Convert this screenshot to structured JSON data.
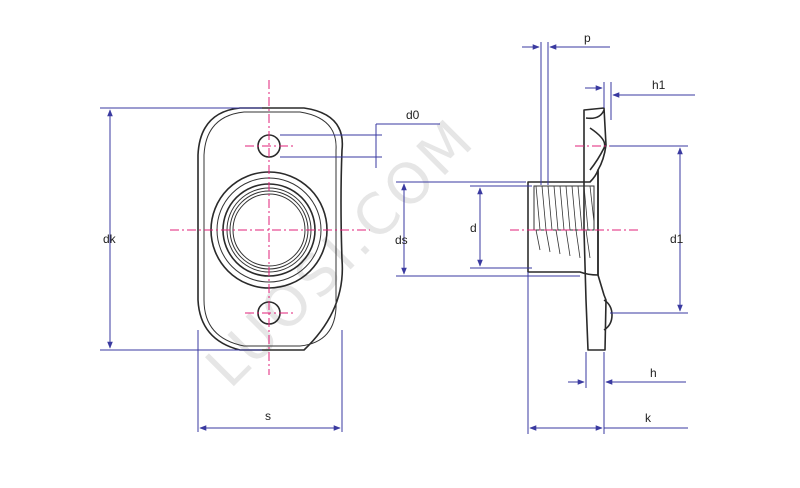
{
  "watermark": "LUOSI.COM",
  "labels": {
    "d0": "d0",
    "dk": "dk",
    "s": "s",
    "p": "p",
    "h1": "h1",
    "ds": "ds",
    "d": "d",
    "d1": "d1",
    "h": "h",
    "k": "k"
  },
  "colors": {
    "outline": "#2a2a2a",
    "centerline": "#e0207a",
    "dimension": "#3a3aa0"
  }
}
